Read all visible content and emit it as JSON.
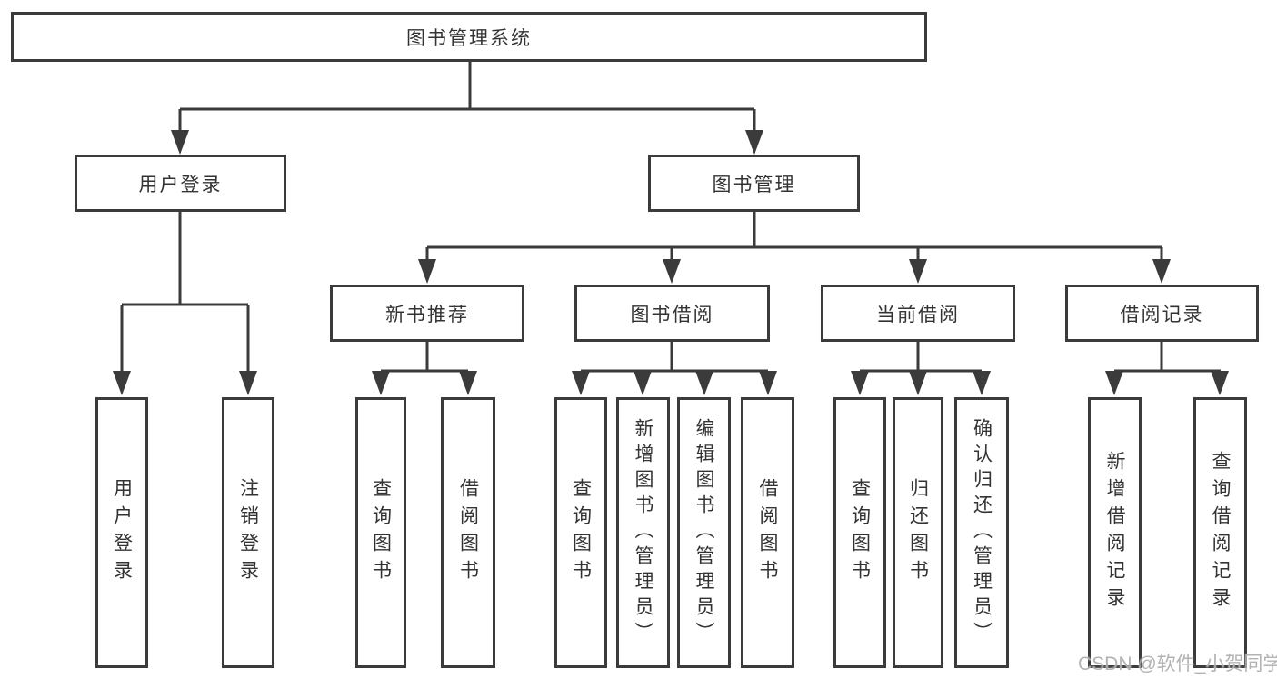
{
  "diagram": {
    "type": "hierarchy-tree",
    "tree": {
      "root": {
        "label": "图书管理系统"
      },
      "branches": [
        {
          "label": "用户登录",
          "children": [
            {
              "label": "用户登录"
            },
            {
              "label": "注销登录"
            }
          ]
        },
        {
          "label": "图书管理",
          "children": [
            {
              "label": "新书推荐",
              "children": [
                {
                  "label": "查询图书"
                },
                {
                  "label": "借阅图书"
                }
              ]
            },
            {
              "label": "图书借阅",
              "children": [
                {
                  "label": "查询图书"
                },
                {
                  "label": "新增图书（管理员）"
                },
                {
                  "label": "编辑图书（管理员）"
                },
                {
                  "label": "借阅图书"
                }
              ]
            },
            {
              "label": "当前借阅",
              "children": [
                {
                  "label": "查询图书"
                },
                {
                  "label": "归还图书"
                },
                {
                  "label": "确认归还（管理员）"
                }
              ]
            },
            {
              "label": "借阅记录",
              "children": [
                {
                  "label": "新增借阅记录"
                },
                {
                  "label": "查询借阅记录"
                }
              ]
            }
          ]
        }
      ]
    },
    "colors": {
      "line": "#3b3b3b",
      "text": "#333333",
      "background": "#ffffff",
      "watermark": "#adadad"
    }
  },
  "watermark": "CSDN @软件_小贺同学"
}
